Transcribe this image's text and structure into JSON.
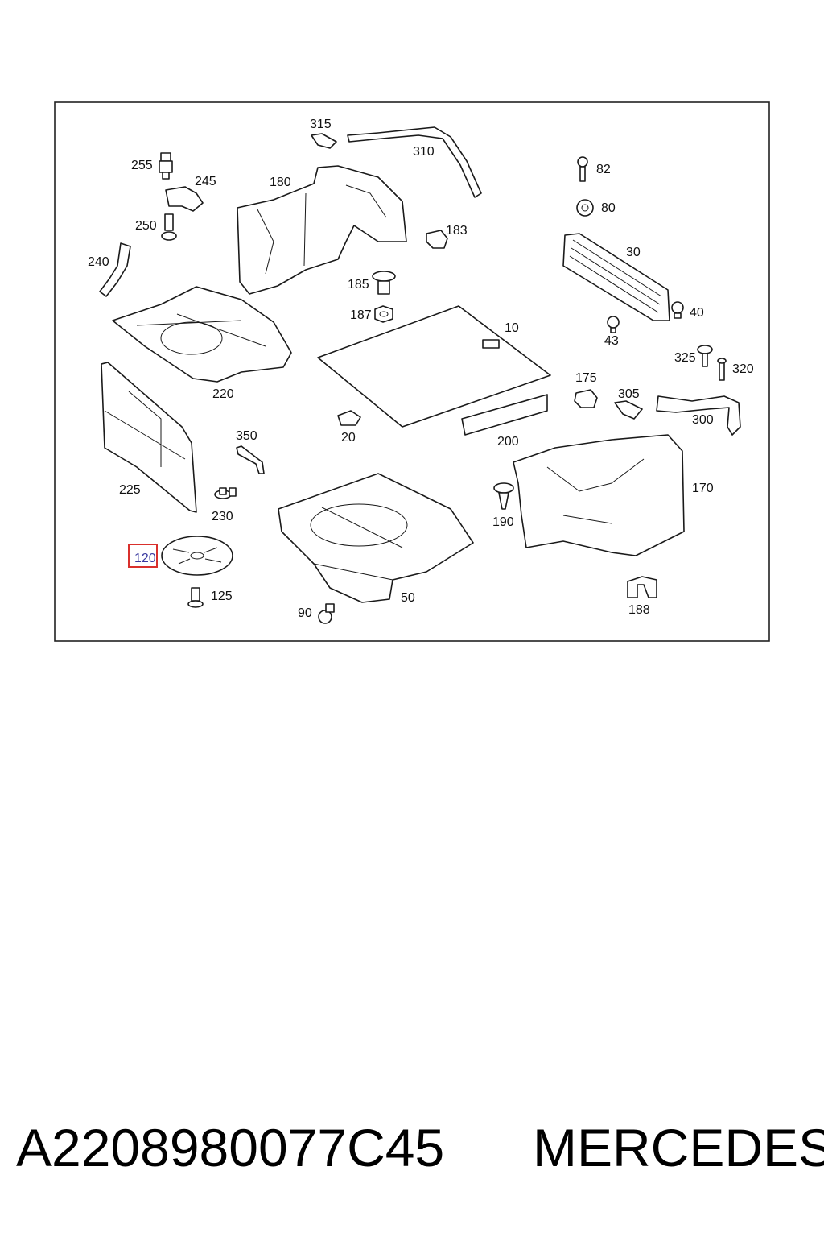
{
  "diagram": {
    "highlight_color": "#d9302c",
    "highlighted_callout": "120",
    "callouts": [
      "315",
      "310",
      "255",
      "245",
      "180",
      "82",
      "80",
      "250",
      "183",
      "240",
      "30",
      "185",
      "40",
      "187",
      "10",
      "43",
      "220",
      "325",
      "320",
      "175",
      "305",
      "300",
      "20",
      "200",
      "350",
      "170",
      "225",
      "230",
      "190",
      "120",
      "50",
      "125",
      "188",
      "90"
    ]
  },
  "footer": {
    "part_number": "A2208980077C45",
    "brand": "MERCEDES"
  }
}
